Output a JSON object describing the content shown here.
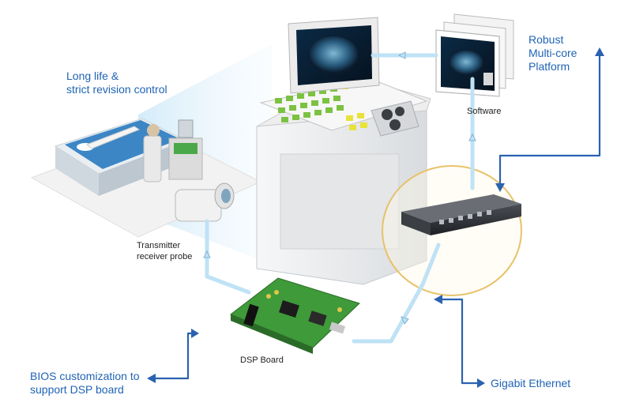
{
  "labels": {
    "long_life": "Long life &\nstrict revision control",
    "robust": "Robust\nMulti-core\nPlatform",
    "software": "Software",
    "transmitter": "Transmitter\nreceiver probe",
    "dsp_board": "DSP Board",
    "bios": "BIOS customization to\nsupport DSP board",
    "gigabit": "Gigabit Ethernet"
  },
  "colors": {
    "label_blue": "#1f63b5",
    "arrow_blue": "#2a62b0",
    "cable_light": "#bfe2f5",
    "server_ring": "#e8c26a",
    "pcb_green": "#3f9a3a"
  }
}
